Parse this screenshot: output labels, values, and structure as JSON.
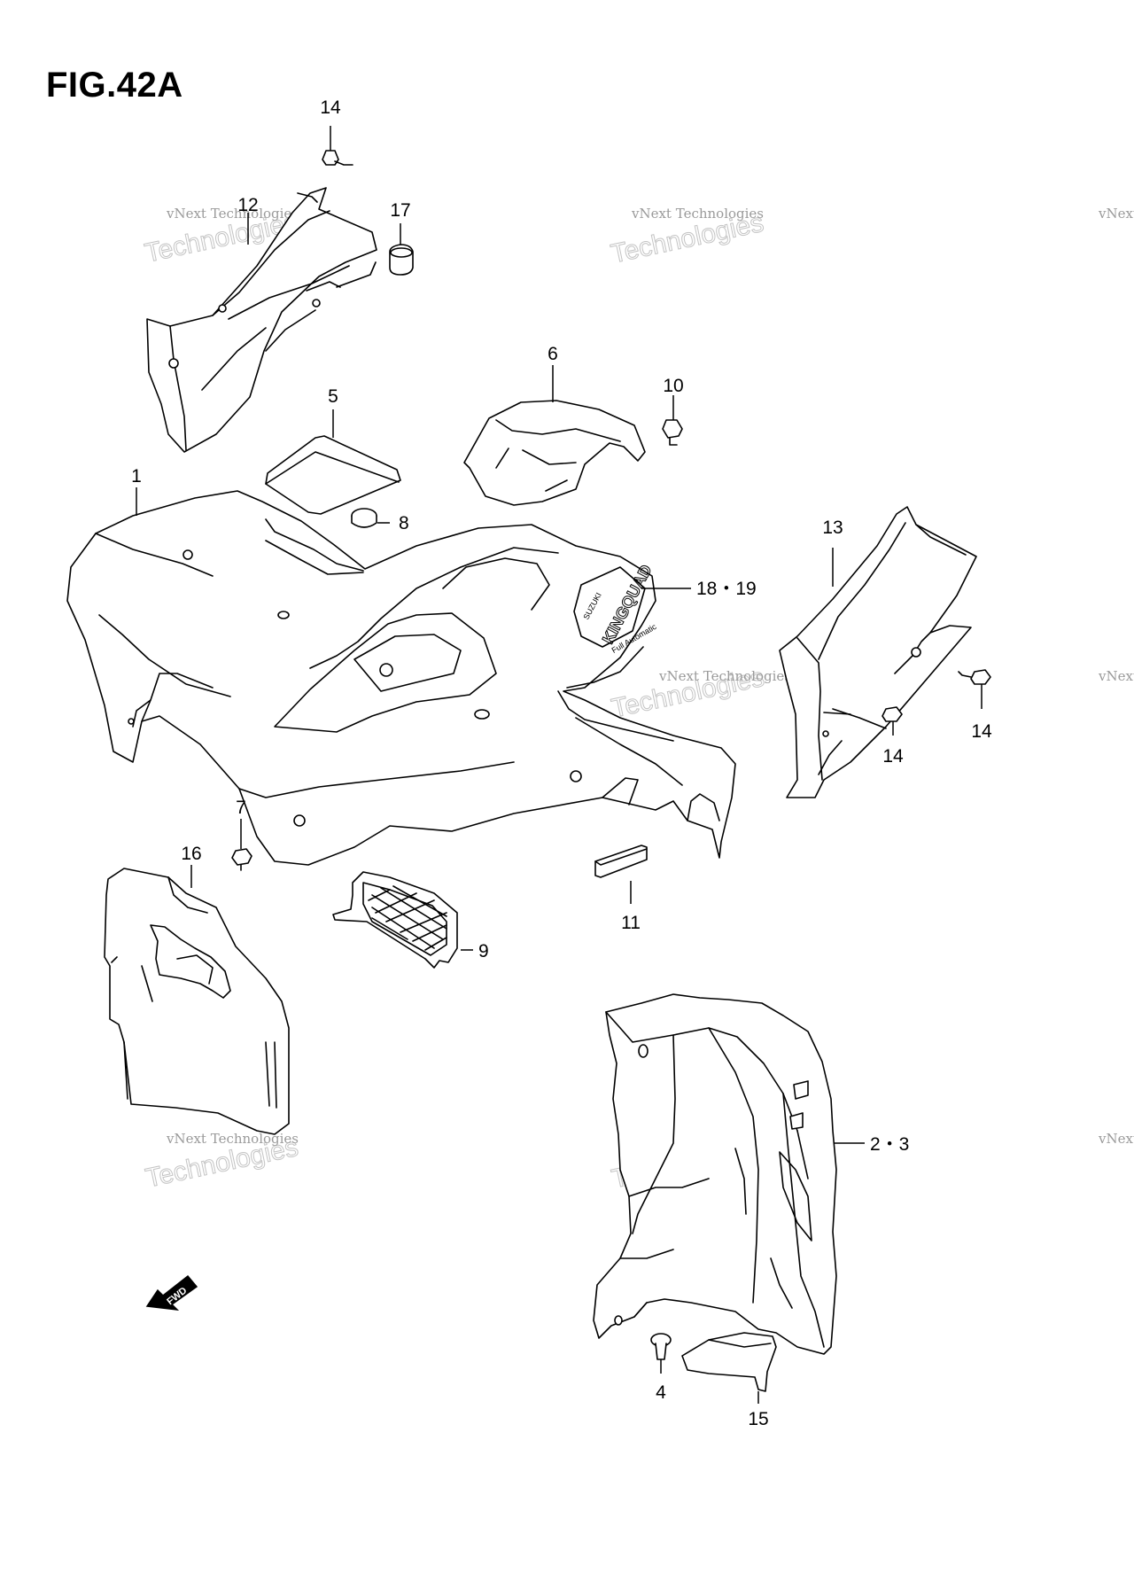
{
  "figure": {
    "title": "FIG.42A"
  },
  "callouts": {
    "c1": "1",
    "c2_3": "2・3",
    "c4": "4",
    "c5": "5",
    "c6": "6",
    "c7": "7",
    "c8": "8",
    "c9": "9",
    "c10": "10",
    "c11": "11",
    "c12": "12",
    "c13": "13",
    "c14_top": "14",
    "c14_right_a": "14",
    "c14_right_b": "14",
    "c15": "15",
    "c16": "16",
    "c17": "17",
    "c18_19": "18・19"
  },
  "fwd_label": "FWD",
  "decal": {
    "brand": "SUZUKI",
    "model": "KINGQUAD",
    "sub": "Full Automatic"
  },
  "watermark": {
    "line1": "vNext Technologies",
    "line2": "Technologies",
    "line3": "vNext"
  }
}
